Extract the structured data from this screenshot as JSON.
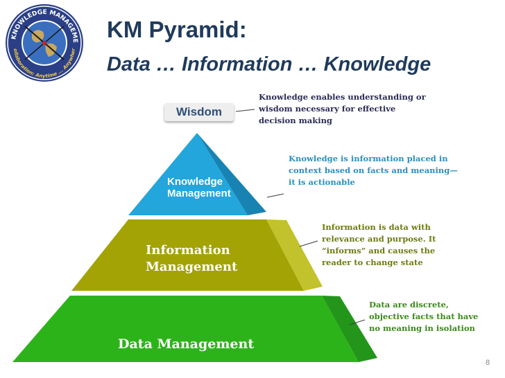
{
  "logo": {
    "top_text": "FM KNOWLEDGE MANAGEMENT",
    "bottom_text": "Collaboration: Anytime ... Anywhere"
  },
  "title": "KM Pyramid:",
  "subtitle": "Data … Information … Knowledge",
  "pyramid": {
    "apex_label": "Wisdom",
    "layers": [
      {
        "label_lines": [
          "Knowledge",
          "Management"
        ],
        "color": "#22a6dc"
      },
      {
        "label_lines": [
          "Information",
          "Management"
        ],
        "color": "#a3a305"
      },
      {
        "label_lines": [
          "Data Management"
        ],
        "color": "#2db31a"
      }
    ]
  },
  "notes": [
    {
      "lines": [
        "Knowledge enables understanding or",
        "wisdom necessary for effective",
        "decision making"
      ]
    },
    {
      "lines": [
        "Knowledge is information placed in",
        "context based on facts and meaning—",
        "it is actionable"
      ]
    },
    {
      "lines": [
        "Information is data with",
        "relevance and purpose. It",
        "“informs” and causes the",
        "reader to change state"
      ]
    },
    {
      "lines": [
        "Data are discrete,",
        "objective facts that  have",
        "no meaning in isolation"
      ]
    }
  ],
  "slide_number": "8"
}
